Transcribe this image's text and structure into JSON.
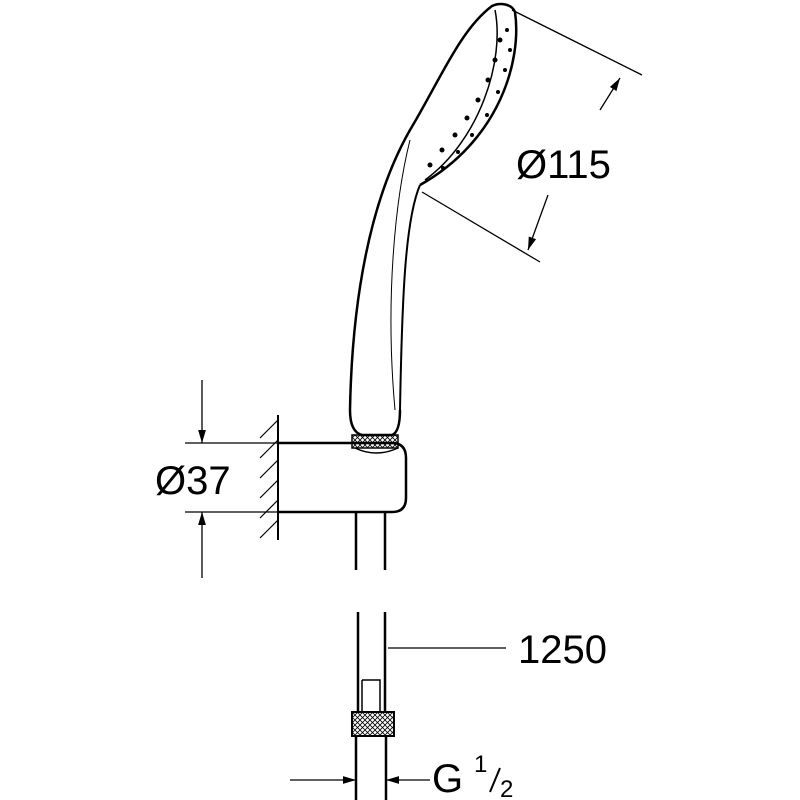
{
  "dimensions": {
    "head_diameter": "Ø115",
    "holder_diameter": "Ø37",
    "hose_length": "1250",
    "thread_letter": "G",
    "thread_num": "1",
    "thread_den": "2"
  }
}
